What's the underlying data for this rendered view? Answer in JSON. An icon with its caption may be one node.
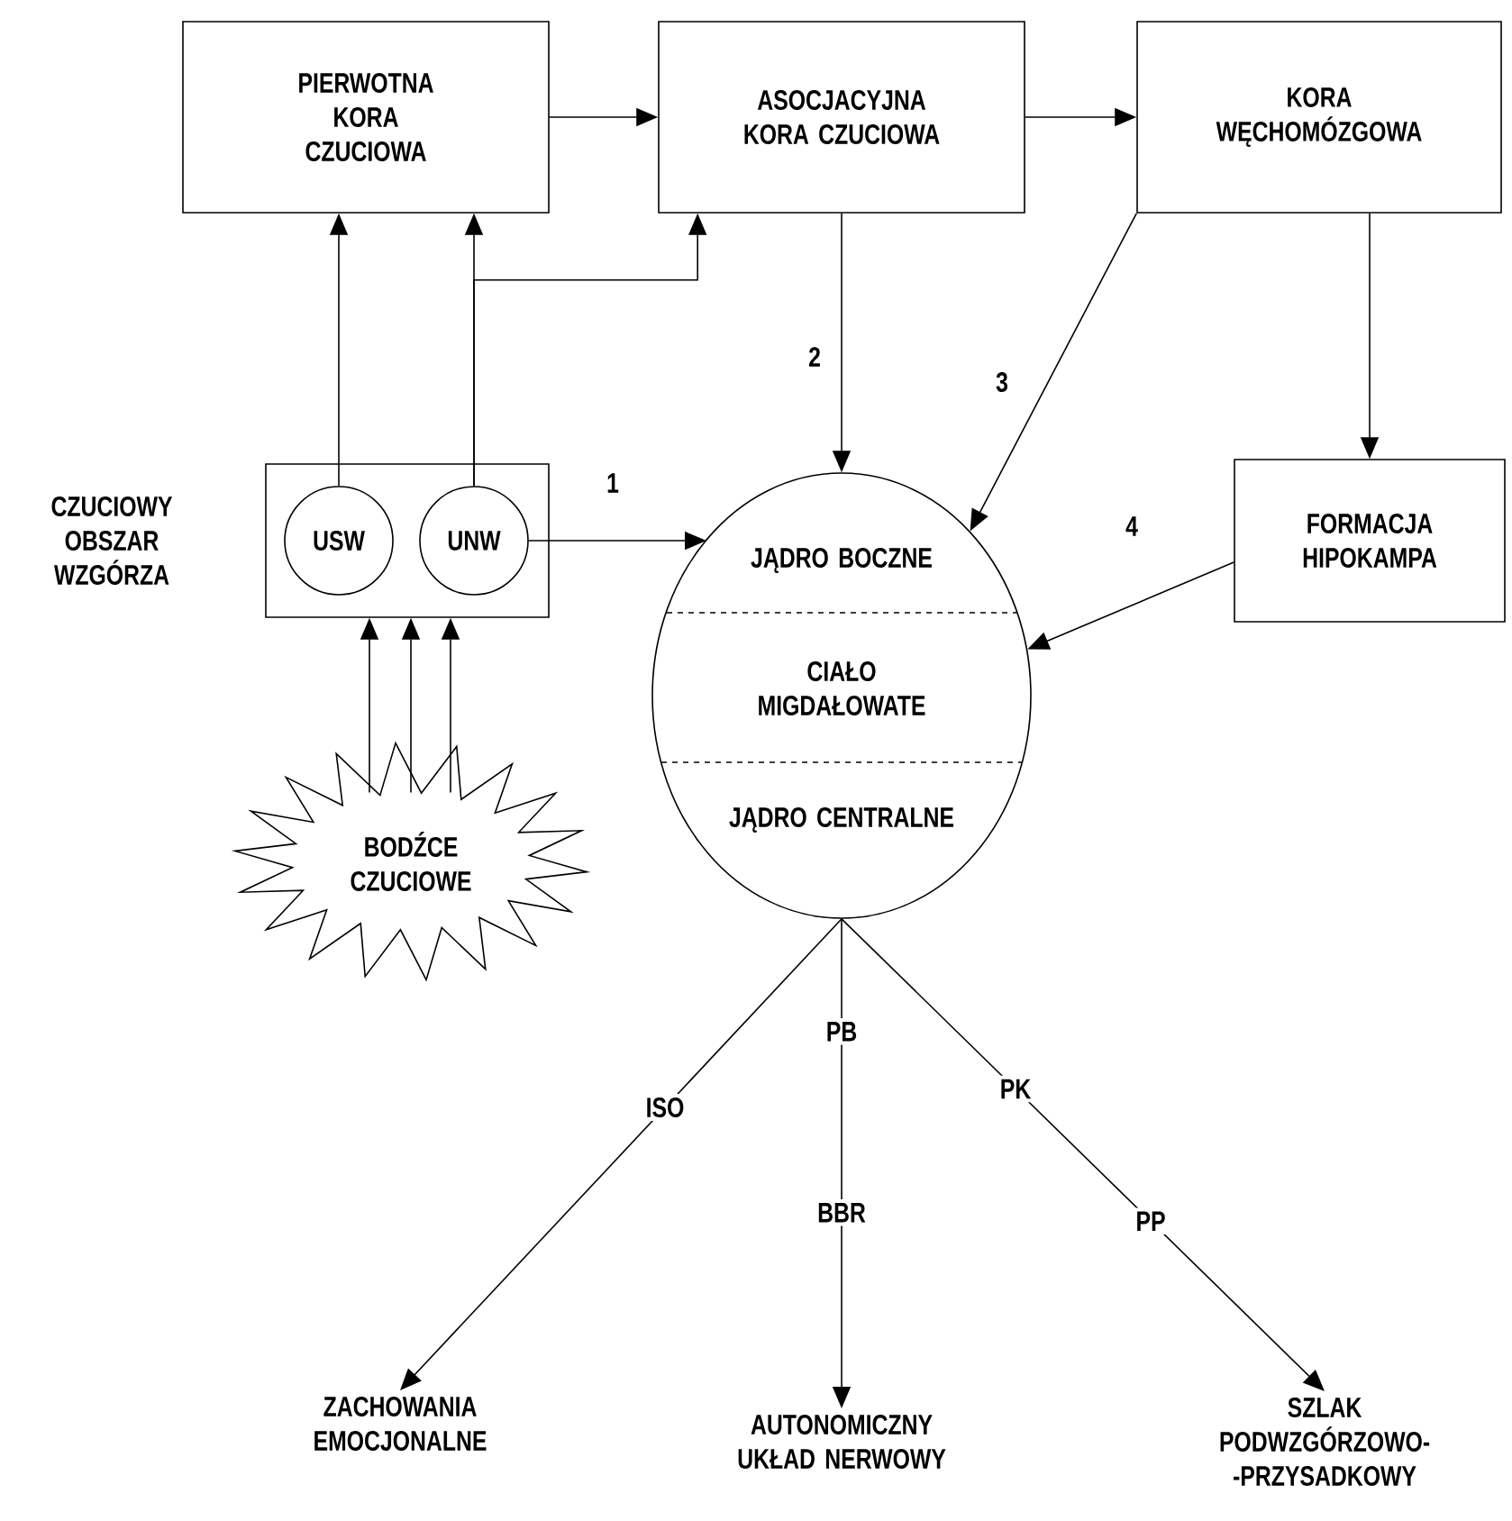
{
  "diagram": {
    "nodes": [
      {
        "text": [
          "PIERWOTNA KORA CZUCIOWA"
        ]
      },
      {
        "text": [
          "ASOCJACYJNA KORA CZUCIOWA"
        ]
      },
      {
        "text": [
          "KORA WĘCHOMÓZGOWA"
        ]
      },
      {
        "text": [
          "CZUCIOWY OBSZAR WZGÓRZA"
        ]
      },
      {
        "text": [
          "USW"
        ],
        "in": 3
      },
      {
        "text": [
          "UNW"
        ],
        "in": 3
      },
      {
        "text": [
          "JĄDRO BOCZNE",
          "CIAŁO MIGDAŁOWATE",
          "JĄDRO CENTRALNE"
        ]
      },
      {
        "text": [
          "FORMACJA HIPOKAMPA"
        ]
      },
      {
        "text": [
          "BODŹCE CZUCIOWE"
        ]
      },
      {
        "text": [
          "ZACHOWANIA EMOCJONALNE"
        ]
      },
      {
        "text": [
          "AUTONOMICZNY UKŁAD NERWOWY"
        ]
      },
      {
        "text": [
          "SZLAK PODWZGÓRZOWO- -PRZYSADKOWY"
        ]
      }
    ],
    "edges": [
      {
        "from": 0,
        "to": 1,
        "arrow": "to"
      },
      {
        "from": 1,
        "to": 2,
        "arrow": "to"
      },
      {
        "from": 4,
        "to": 0,
        "arrow": "to"
      },
      {
        "from": 5,
        "to": 0,
        "arrow": "to"
      },
      {
        "from": 5,
        "to": 1,
        "arrow": "to"
      },
      {
        "from": 5,
        "to": 6,
        "arrow": "to",
        "label": "1"
      },
      {
        "from": 1,
        "to": 6,
        "arrow": "to",
        "label": "2"
      },
      {
        "from": 2,
        "to": 6,
        "arrow": "to",
        "label": "3"
      },
      {
        "from": 2,
        "to": 7,
        "arrow": "to"
      },
      {
        "from": 7,
        "to": 6,
        "arrow": "to",
        "label": "4"
      },
      {
        "from": 8,
        "to": 3,
        "arrow": "to"
      },
      {
        "from": 8,
        "to": 3,
        "arrow": "to"
      },
      {
        "from": 8,
        "to": 3,
        "arrow": "to"
      },
      {
        "from": 6,
        "to": 9,
        "arrow": "to",
        "label": "ISO"
      },
      {
        "from": 6,
        "to": 10,
        "arrow": "to",
        "label": "PB"
      },
      {
        "from": 6,
        "to": 11,
        "arrow": "to",
        "label": "PK"
      }
    ],
    "labels": [
      "BBR",
      "PP"
    ]
  }
}
